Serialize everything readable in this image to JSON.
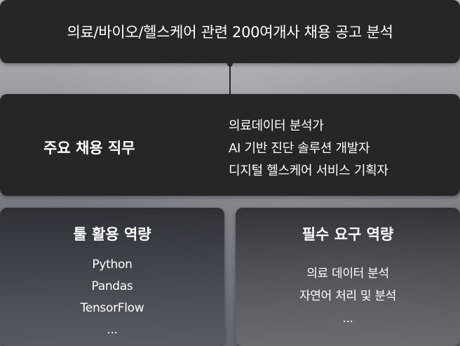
{
  "header": {
    "title": "의료/바이오/헬스케어 관련 200여개사 채용 공고 분석"
  },
  "main_roles": {
    "heading": "주요 채용 직무",
    "items": [
      "의료데이터 분석가",
      "AI 기반 진단 솔루션 개발자",
      "디지털 헬스케어 서비스 기획자"
    ]
  },
  "tools": {
    "heading": "툴 활용 역량",
    "items": [
      "Python",
      "Pandas",
      "TensorFlow",
      "..."
    ]
  },
  "required_skills": {
    "heading": "필수 요구 역량",
    "items": [
      "의료 데이터 분석",
      "자연어 처리 및 분석",
      "..."
    ]
  },
  "colors": {
    "panel": "#262626",
    "text": "#ffffff"
  }
}
